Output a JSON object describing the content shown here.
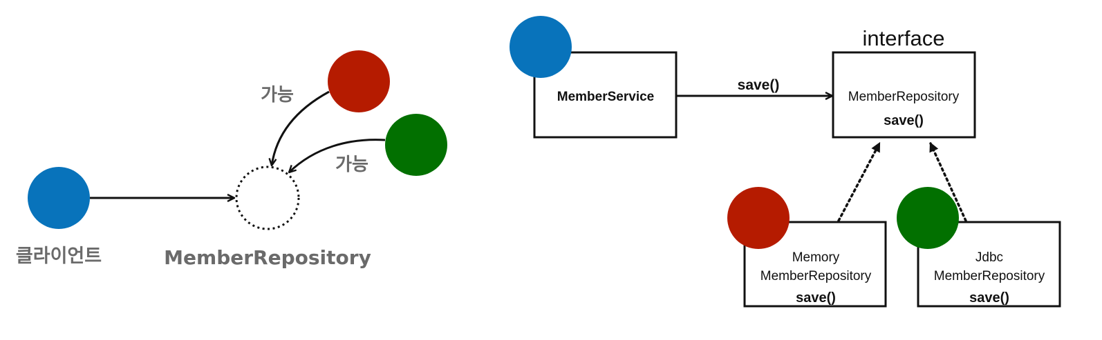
{
  "colors": {
    "blue": "#0873BB",
    "red": "#B51B00",
    "green": "#027000",
    "line": "#111111",
    "muted_text": "#6A6A6A"
  },
  "left_diagram": {
    "client_label": "클라이언트",
    "repository_label": "MemberRepository",
    "possible_label_red": "가능",
    "possible_label_green": "가능"
  },
  "right_diagram": {
    "interface_label": "interface",
    "service_box": {
      "label": "MemberService"
    },
    "call_label": "save()",
    "interface_box": {
      "name": "MemberRepository",
      "method": "save()"
    },
    "memory_box": {
      "line1": "Memory",
      "line2": "MemberRepository",
      "method": "save()"
    },
    "jdbc_box": {
      "line1": "Jdbc",
      "line2": "MemberRepository",
      "method": "save()"
    }
  }
}
